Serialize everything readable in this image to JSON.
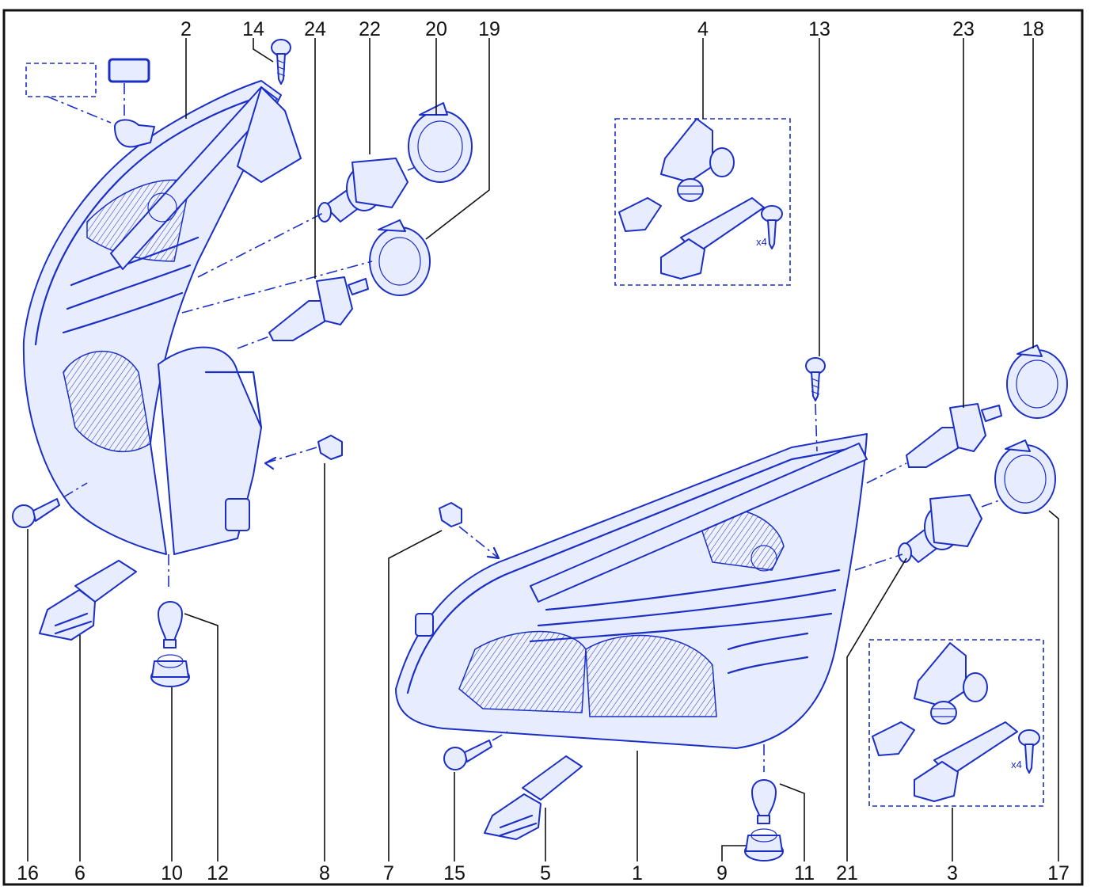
{
  "labels": {
    "top": [
      {
        "id": "2",
        "text": "2"
      },
      {
        "id": "14",
        "text": "14"
      },
      {
        "id": "24",
        "text": "24"
      },
      {
        "id": "22",
        "text": "22"
      },
      {
        "id": "20",
        "text": "20"
      },
      {
        "id": "19",
        "text": "19"
      },
      {
        "id": "4",
        "text": "4"
      },
      {
        "id": "13",
        "text": "13"
      },
      {
        "id": "23",
        "text": "23"
      },
      {
        "id": "18",
        "text": "18"
      }
    ],
    "bottom": [
      {
        "id": "16",
        "text": "16"
      },
      {
        "id": "6",
        "text": "6"
      },
      {
        "id": "10",
        "text": "10"
      },
      {
        "id": "12",
        "text": "12"
      },
      {
        "id": "8",
        "text": "8"
      },
      {
        "id": "7",
        "text": "7"
      },
      {
        "id": "15",
        "text": "15"
      },
      {
        "id": "5",
        "text": "5"
      },
      {
        "id": "1",
        "text": "1"
      },
      {
        "id": "9",
        "text": "9"
      },
      {
        "id": "11",
        "text": "11"
      },
      {
        "id": "21",
        "text": "21"
      },
      {
        "id": "3",
        "text": "3"
      },
      {
        "id": "17",
        "text": "17"
      }
    ]
  },
  "kit_quantity_top": "x4",
  "kit_quantity_bottom": "x4",
  "colors": {
    "line": "#1b2fc4",
    "frame": "#111111",
    "fill": "#e8ecff"
  }
}
